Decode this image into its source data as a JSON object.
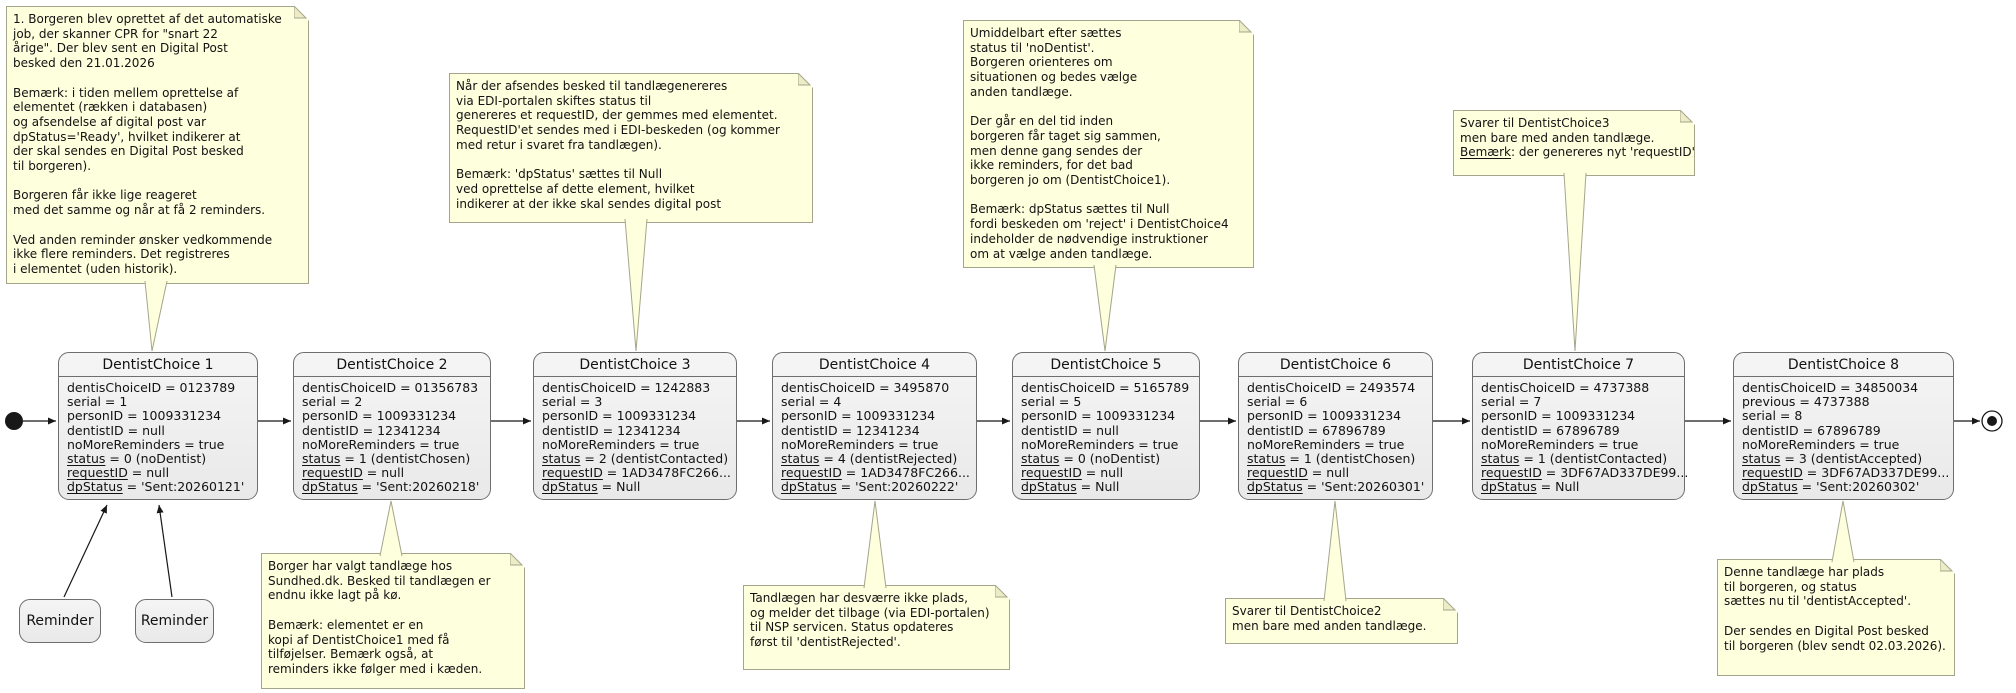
{
  "colors": {
    "note_bg": "#FEFFDD",
    "note_border": "#A5A58C",
    "state_bg": "#EFEFEF",
    "state_border": "#6E6E6E",
    "arrow": "#181818"
  },
  "states": [
    {
      "title": "DentistChoice 1",
      "attrs": [
        {
          "k": "dentisChoiceID",
          "v": " = 0123789",
          "u": false
        },
        {
          "k": "serial",
          "v": " = 1",
          "u": false
        },
        {
          "k": "personID",
          "v": " = 1009331234",
          "u": false
        },
        {
          "k": "dentistID",
          "v": " = null",
          "u": false
        },
        {
          "k": "noMoreReminders",
          "v": " = true",
          "u": false
        },
        {
          "k": "status",
          "v": " = 0 (noDentist)",
          "u": true
        },
        {
          "k": "requestID",
          "v": " = null",
          "u": true
        },
        {
          "k": "dpStatus",
          "v": " = 'Sent:20260121'",
          "u": true
        }
      ]
    },
    {
      "title": "DentistChoice 2",
      "attrs": [
        {
          "k": "dentisChoiceID",
          "v": " = 01356783",
          "u": false
        },
        {
          "k": "serial",
          "v": " = 2",
          "u": false
        },
        {
          "k": "personID",
          "v": " = 1009331234",
          "u": false
        },
        {
          "k": "dentistID",
          "v": " = 12341234",
          "u": false
        },
        {
          "k": "noMoreReminders",
          "v": " = true",
          "u": false
        },
        {
          "k": "status",
          "v": " = 1 (dentistChosen)",
          "u": true
        },
        {
          "k": "requestID",
          "v": " = null",
          "u": true
        },
        {
          "k": "dpStatus",
          "v": " = 'Sent:20260218'",
          "u": true
        }
      ]
    },
    {
      "title": "DentistChoice 3",
      "attrs": [
        {
          "k": "dentisChoiceID",
          "v": " = 1242883",
          "u": false
        },
        {
          "k": "serial",
          "v": " = 3",
          "u": false
        },
        {
          "k": "personID",
          "v": " = 1009331234",
          "u": false
        },
        {
          "k": "dentistID",
          "v": " = 12341234",
          "u": false
        },
        {
          "k": "noMoreReminders",
          "v": " = true",
          "u": false
        },
        {
          "k": "status",
          "v": " = 2 (dentistContacted)",
          "u": true
        },
        {
          "k": "requestID",
          "v": " = 1AD3478FC266...",
          "u": true
        },
        {
          "k": "dpStatus",
          "v": " = Null",
          "u": true
        }
      ]
    },
    {
      "title": "DentistChoice 4",
      "attrs": [
        {
          "k": "dentisChoiceID",
          "v": " = 3495870",
          "u": false
        },
        {
          "k": "serial",
          "v": " = 4",
          "u": false
        },
        {
          "k": "personID",
          "v": " = 1009331234",
          "u": false
        },
        {
          "k": "dentistID",
          "v": " = 12341234",
          "u": false
        },
        {
          "k": "noMoreReminders",
          "v": " = true",
          "u": false
        },
        {
          "k": "status",
          "v": " = 4 (dentistRejected)",
          "u": true
        },
        {
          "k": "requestID",
          "v": " = 1AD3478FC266...",
          "u": true
        },
        {
          "k": "dpStatus",
          "v": " = 'Sent:20260222'",
          "u": true
        }
      ]
    },
    {
      "title": "DentistChoice 5",
      "attrs": [
        {
          "k": "dentisChoiceID",
          "v": " = 5165789",
          "u": false
        },
        {
          "k": "serial",
          "v": " = 5",
          "u": false
        },
        {
          "k": "personID",
          "v": " = 1009331234",
          "u": false
        },
        {
          "k": "dentistID",
          "v": " = null",
          "u": false
        },
        {
          "k": "noMoreReminders",
          "v": " = true",
          "u": false
        },
        {
          "k": "status",
          "v": " = 0 (noDentist)",
          "u": true
        },
        {
          "k": "requestID",
          "v": " = null",
          "u": true
        },
        {
          "k": "dpStatus",
          "v": " = Null",
          "u": true
        }
      ]
    },
    {
      "title": "DentistChoice 6",
      "attrs": [
        {
          "k": "dentisChoiceID",
          "v": " = 2493574",
          "u": false
        },
        {
          "k": "serial",
          "v": " = 6",
          "u": false
        },
        {
          "k": "personID",
          "v": " = 1009331234",
          "u": false
        },
        {
          "k": "dentistID",
          "v": " = 67896789",
          "u": false
        },
        {
          "k": "noMoreReminders",
          "v": " = true",
          "u": false
        },
        {
          "k": "status",
          "v": " = 1 (dentistChosen)",
          "u": true
        },
        {
          "k": "requestID",
          "v": " = null",
          "u": true
        },
        {
          "k": "dpStatus",
          "v": " = 'Sent:20260301'",
          "u": true
        }
      ]
    },
    {
      "title": "DentistChoice 7",
      "attrs": [
        {
          "k": "dentisChoiceID",
          "v": " = 4737388",
          "u": false
        },
        {
          "k": "serial",
          "v": " = 7",
          "u": false
        },
        {
          "k": "personID",
          "v": " = 1009331234",
          "u": false
        },
        {
          "k": "dentistID",
          "v": " = 67896789",
          "u": false
        },
        {
          "k": "noMoreReminders",
          "v": " = true",
          "u": false
        },
        {
          "k": "status",
          "v": " = 1 (dentistContacted)",
          "u": true
        },
        {
          "k": "requestID",
          "v": " = 3DF67AD337DE99...",
          "u": true
        },
        {
          "k": "dpStatus",
          "v": " = Null",
          "u": true
        }
      ]
    },
    {
      "title": "DentistChoice 8",
      "attrs": [
        {
          "k": "dentisChoiceID",
          "v": " = 34850034",
          "u": false
        },
        {
          "k": "previous",
          "v": " = 4737388",
          "u": false
        },
        {
          "k": "serial",
          "v": " = 8",
          "u": false
        },
        {
          "k": "dentistID",
          "v": " = 67896789",
          "u": false
        },
        {
          "k": "noMoreReminders",
          "v": " = true",
          "u": false
        },
        {
          "k": "status",
          "v": " = 3 (dentistAccepted)",
          "u": true
        },
        {
          "k": "requestID",
          "v": " = 3DF67AD337DE99...",
          "u": true
        },
        {
          "k": "dpStatus",
          "v": " = 'Sent:20260302'",
          "u": true
        }
      ]
    }
  ],
  "reminders": [
    {
      "label": "Reminder"
    },
    {
      "label": "Reminder"
    }
  ],
  "notes": {
    "n1": {
      "lines": [
        "1. Borgeren blev oprettet af det automatiske",
        "job, der skanner CPR for \"snart 22",
        "årige\". Der blev sent en Digital Post",
        "besked den 21.01.2026",
        "",
        "Bemærk: i tiden mellem oprettelse af",
        "elementet (rækken i databasen)",
        "og afsendelse af digital post var",
        "dpStatus='Ready', hvilket indikerer at",
        "der skal sendes en Digital Post besked",
        "til borgeren).",
        "",
        "Borgeren får ikke lige reageret",
        "med det samme og når at få 2 reminders.",
        "",
        "Ved anden reminder ønsker vedkommende",
        "ikke flere reminders. Det registreres",
        "i elementet (uden historik)."
      ]
    },
    "n2": {
      "lines": [
        "Når der afsendes besked til tandlægenereres",
        "via EDI-portalen skiftes status til",
        "genereres et requestID, der gemmes med elementet.",
        "RequestID'et sendes med i EDI-beskeden (og kommer",
        "med retur i svaret fra tandlægen).",
        "",
        "Bemærk: 'dpStatus' sættes til Null",
        "ved oprettelse af dette element, hvilket",
        "indikerer at der ikke skal sendes digital post"
      ]
    },
    "n3": {
      "lines": [
        "Umiddelbart efter sættes",
        "status til 'noDentist'.",
        "Borgeren orienteres om",
        "situationen og bedes vælge",
        "anden tandlæge.",
        "",
        "Der går en del tid inden",
        "borgeren får taget sig sammen,",
        "men denne gang sendes der",
        "ikke reminders, for det bad",
        "borgeren jo om (DentistChoice1).",
        "",
        "Bemærk: dpStatus sættes til Null",
        "fordi beskeden om 'reject' i DentistChoice4",
        "indeholder de nødvendige instruktioner",
        "om at vælge anden tandlæge."
      ]
    },
    "n4": {
      "lines": [
        "Svarer til DentistChoice3",
        "men bare med anden tandlæge."
      ],
      "bemaerk": "Bemærk",
      "bemaerk_rest": ": der genereres nyt 'requestID'"
    },
    "b2": {
      "lines": [
        "Borger har valgt tandlæge hos",
        "Sundhed.dk. Besked til tandlægen er",
        "endnu ikke lagt på kø.",
        "",
        "Bemærk: elementet er en",
        "kopi af DentistChoice1 med få",
        "tilføjelser. Bemærk også, at",
        "reminders ikke følger med i kæden."
      ]
    },
    "b4": {
      "lines": [
        "Tandlægen har desværre ikke plads,",
        "og melder det tilbage (via EDI-portalen)",
        "til NSP servicen. Status opdateres",
        "først til 'dentistRejected'."
      ]
    },
    "b6": {
      "lines": [
        "Svarer til DentistChoice2",
        "men bare med anden tandlæge."
      ]
    },
    "b8": {
      "lines": [
        "Denne tandlæge har plads",
        "til borgeren, og status",
        "sættes nu til 'dentistAccepted'.",
        "",
        "Der sendes en Digital Post besked",
        "til borgeren (blev sendt 02.03.2026)."
      ]
    }
  }
}
